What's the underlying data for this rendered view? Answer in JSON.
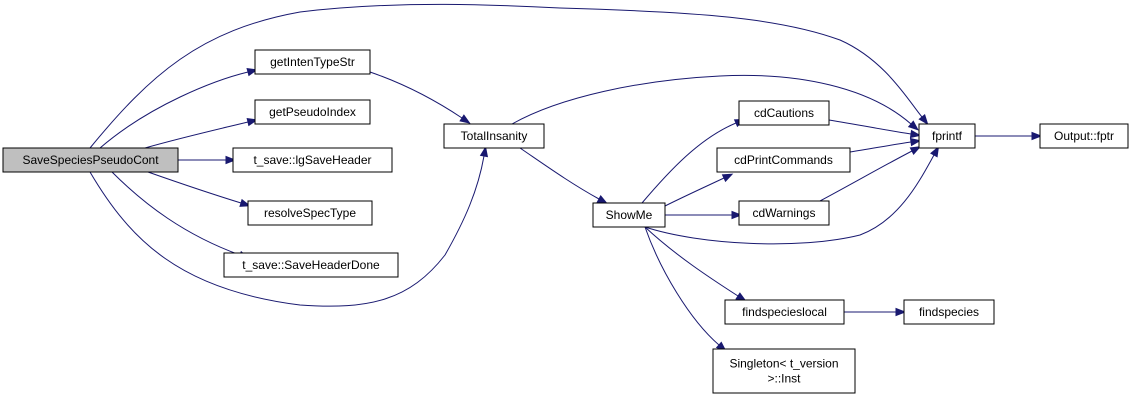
{
  "colors": {
    "edge": "#191970",
    "node_fill": "#ffffff",
    "root_fill": "#bfbfbf",
    "border": "#000000"
  },
  "nodes": {
    "root": {
      "label": [
        "SaveSpeciesPseudoCont"
      ]
    },
    "intenType": {
      "label": [
        "getIntenTypeStr"
      ]
    },
    "pseudoIndex": {
      "label": [
        "getPseudoIndex"
      ]
    },
    "lgSave": {
      "label": [
        "t_save::lgSaveHeader"
      ]
    },
    "resolve": {
      "label": [
        "resolveSpecType"
      ]
    },
    "saveDone": {
      "label": [
        "t_save::SaveHeaderDone"
      ]
    },
    "insanity": {
      "label": [
        "TotalInsanity"
      ]
    },
    "showMe": {
      "label": [
        "ShowMe"
      ]
    },
    "cautions": {
      "label": [
        "cdCautions"
      ]
    },
    "printCmds": {
      "label": [
        "cdPrintCommands"
      ]
    },
    "warnings": {
      "label": [
        "cdWarnings"
      ]
    },
    "fprintf": {
      "label": [
        "fprintf"
      ]
    },
    "fptr": {
      "label": [
        "Output::fptr"
      ]
    },
    "findLocal": {
      "label": [
        "findspecieslocal"
      ]
    },
    "findspecies": {
      "label": [
        "findspecies"
      ]
    },
    "singleton": {
      "label": [
        "Singleton< t_version",
        ">::Inst"
      ]
    }
  },
  "edges": [
    [
      "root",
      "intenType"
    ],
    [
      "root",
      "pseudoIndex"
    ],
    [
      "root",
      "lgSave"
    ],
    [
      "root",
      "resolve"
    ],
    [
      "root",
      "saveDone"
    ],
    [
      "root",
      "insanity"
    ],
    [
      "root",
      "fprintf"
    ],
    [
      "intenType",
      "insanity"
    ],
    [
      "insanity",
      "fprintf"
    ],
    [
      "insanity",
      "showMe"
    ],
    [
      "showMe",
      "cautions"
    ],
    [
      "showMe",
      "printCmds"
    ],
    [
      "showMe",
      "warnings"
    ],
    [
      "showMe",
      "fprintf"
    ],
    [
      "showMe",
      "findLocal"
    ],
    [
      "showMe",
      "singleton"
    ],
    [
      "cautions",
      "fprintf"
    ],
    [
      "printCmds",
      "fprintf"
    ],
    [
      "warnings",
      "fprintf"
    ],
    [
      "fprintf",
      "fptr"
    ],
    [
      "findLocal",
      "findspecies"
    ]
  ]
}
